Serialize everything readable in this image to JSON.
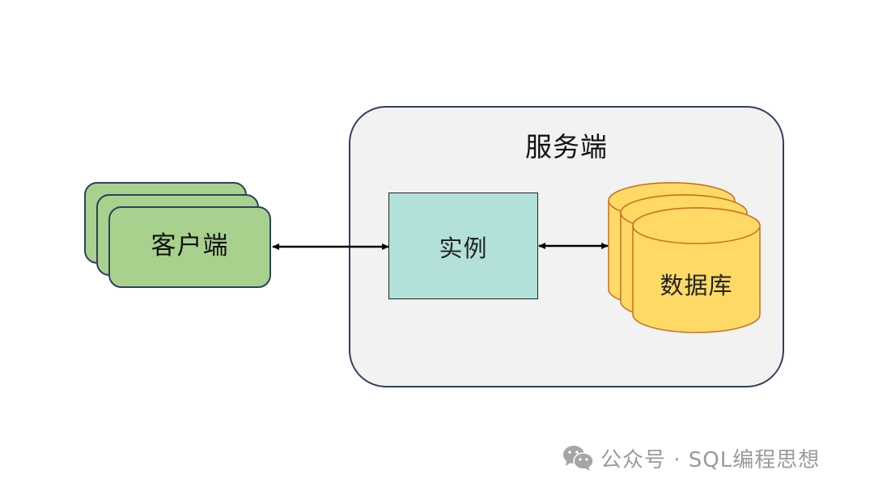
{
  "diagram": {
    "client": {
      "label": "客户端",
      "color": "#a9d18e",
      "stack_count": 3
    },
    "server": {
      "label": "服务端",
      "color": "#f2f2f2"
    },
    "instance": {
      "label": "实例",
      "color": "#b2e1da"
    },
    "database": {
      "label": "数据库",
      "color": "#ffd966",
      "stack_count": 3
    },
    "connections": [
      {
        "from": "客户端",
        "to": "实例",
        "direction": "bidirectional"
      },
      {
        "from": "实例",
        "to": "数据库",
        "direction": "bidirectional"
      }
    ]
  },
  "watermark": {
    "icon": "wechat-icon",
    "text": "公众号 · SQL编程思想"
  }
}
